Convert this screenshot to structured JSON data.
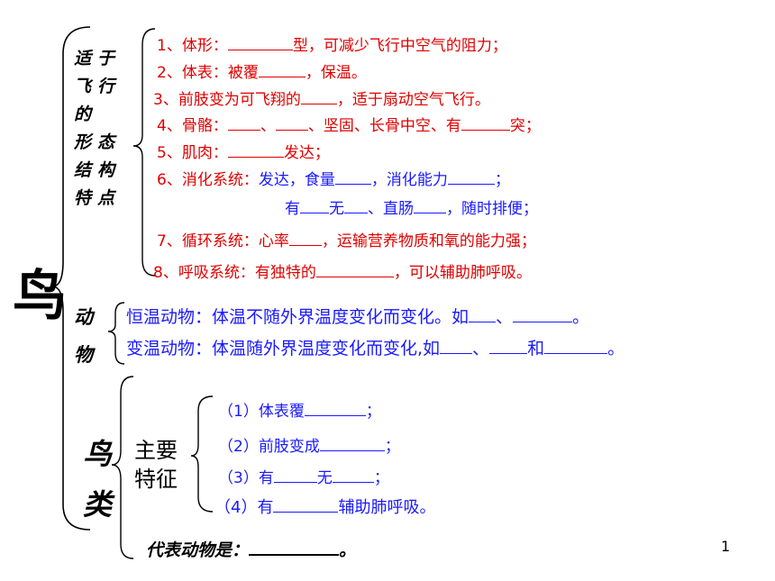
{
  "main_char": "鸟",
  "section_adapt": {
    "title_col1": "适于飞行的",
    "title_col1_chars": [
      "适",
      "飞",
      "的",
      "形",
      "结",
      "特"
    ],
    "title_col2_chars": [
      "于",
      "行",
      "",
      "态",
      "构",
      "点"
    ],
    "lines": [
      {
        "a": "1、体形：",
        "b": "型，可减少飞行中空气的阻力；"
      },
      {
        "a": "2、体表：被覆",
        "b": "，保温。"
      },
      {
        "a": "3、前肢变为可飞翔的",
        "b": "，适于扇动空气飞行。"
      },
      {
        "a": "4、骨骼：",
        "b": "、",
        "c": "、坚固、长骨中空、有",
        "d": "突；"
      },
      {
        "a": "5、肌肉：",
        "b": "发达；"
      },
      {
        "a": "6、消化系统：",
        "b": "发达，食量",
        "c": "，消化能力",
        "d": "；"
      },
      {
        "a": "有",
        "b": "无",
        "c": "、直肠",
        "d": "，随时排便；"
      },
      {
        "a": "7、循环系统：",
        "b": "心率",
        "c": "，运输营养物质和氧的能力强；"
      },
      {
        "a": "8、呼吸系统：",
        "b": "有独特的",
        "c": "，可以辅助肺呼吸。"
      }
    ]
  },
  "section_animal": {
    "title_chars": [
      "动",
      "物"
    ],
    "warm": {
      "a": "恒温动物：体温不随外界温度变化而变化。如",
      "b": "、",
      "c": "。"
    },
    "cold": {
      "a": "变温动物：体温随外界温度变化而变化,如",
      "b": "、",
      "c": "和",
      "d": "。"
    }
  },
  "section_birds": {
    "title_chars": [
      "鸟",
      "类"
    ],
    "label": "主要特征",
    "items": [
      {
        "a": "（1）体表覆",
        "b": "；"
      },
      {
        "a": "（2）前肢变成",
        "b": "；"
      },
      {
        "a": "（3）有",
        "b": "无",
        "c": "；"
      },
      {
        "a": "（4）有",
        "b": "辅助肺呼吸。"
      }
    ],
    "representative": {
      "a": "代表动物是：",
      "b": "。"
    }
  },
  "page_number": "1"
}
